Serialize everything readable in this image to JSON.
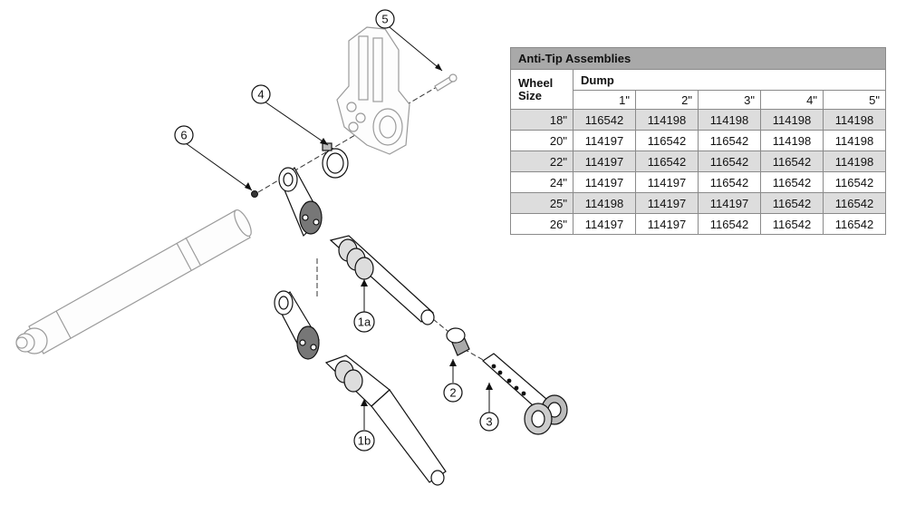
{
  "callouts": {
    "c1a": "1a",
    "c1b": "1b",
    "c2": "2",
    "c3": "3",
    "c4": "4",
    "c5": "5",
    "c6": "6"
  },
  "table": {
    "title": "Anti-Tip Assemblies",
    "wheel_header": "Wheel Size",
    "dump_header": "Dump",
    "dump_values": [
      "1\"",
      "2\"",
      "3\"",
      "4\"",
      "5\""
    ],
    "rows": [
      {
        "size": "18\"",
        "cells": [
          "116542",
          "114198",
          "114198",
          "114198",
          "114198"
        ]
      },
      {
        "size": "20\"",
        "cells": [
          "114197",
          "116542",
          "116542",
          "114198",
          "114198"
        ]
      },
      {
        "size": "22\"",
        "cells": [
          "114197",
          "116542",
          "116542",
          "116542",
          "114198"
        ]
      },
      {
        "size": "24\"",
        "cells": [
          "114197",
          "114197",
          "116542",
          "116542",
          "116542"
        ]
      },
      {
        "size": "25\"",
        "cells": [
          "114198",
          "114197",
          "114197",
          "116542",
          "116542"
        ]
      },
      {
        "size": "26\"",
        "cells": [
          "114197",
          "114197",
          "116542",
          "116542",
          "116542"
        ]
      }
    ]
  },
  "colors": {
    "title_bar": "#a9a9a9",
    "row_shade": "#dddddd",
    "line": "#222222",
    "ghost_line": "#9a9a9a"
  }
}
